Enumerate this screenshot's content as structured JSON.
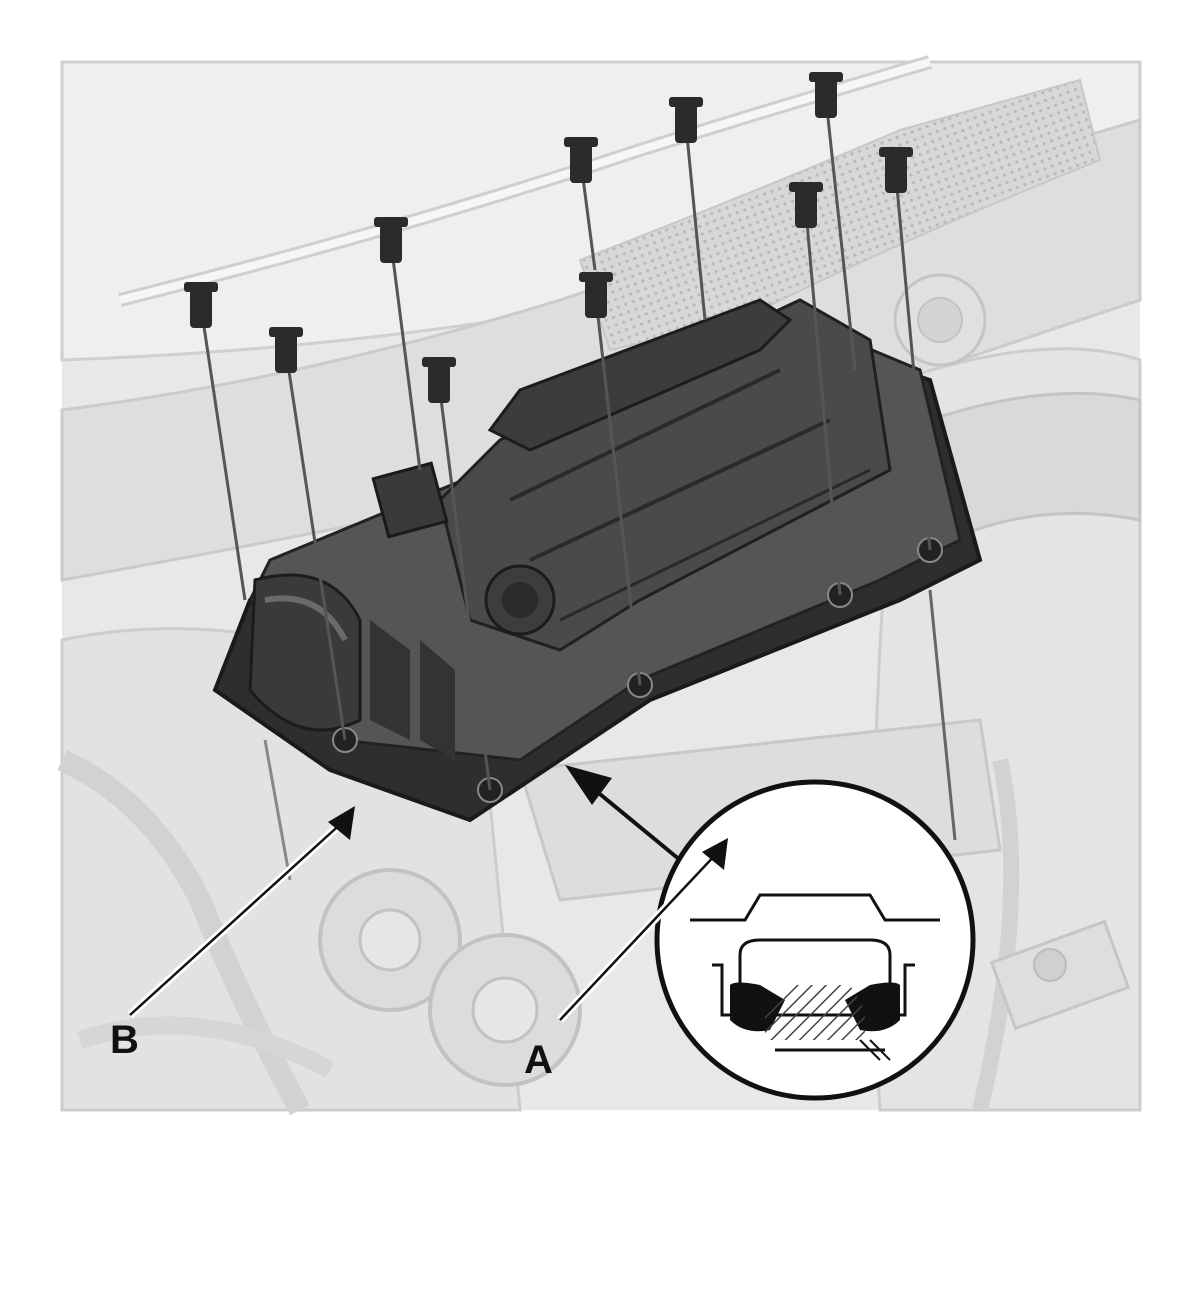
{
  "callouts": [
    {
      "id": "B",
      "label": "B"
    },
    {
      "id": "A",
      "label": "A"
    }
  ],
  "colors": {
    "background": "#ffffff",
    "engine_bay": "#e6e6e6",
    "engine_outline": "#cfcfcf",
    "valve_cover": "#3c3c3c",
    "valve_cover_light": "#6a6a6a",
    "bolt": "#2b2b2b",
    "gasket": "#111111",
    "hatch": "#444444"
  },
  "icons": {
    "bolt": "bolt-icon",
    "detail_view": "magnified-gasket-detail"
  }
}
